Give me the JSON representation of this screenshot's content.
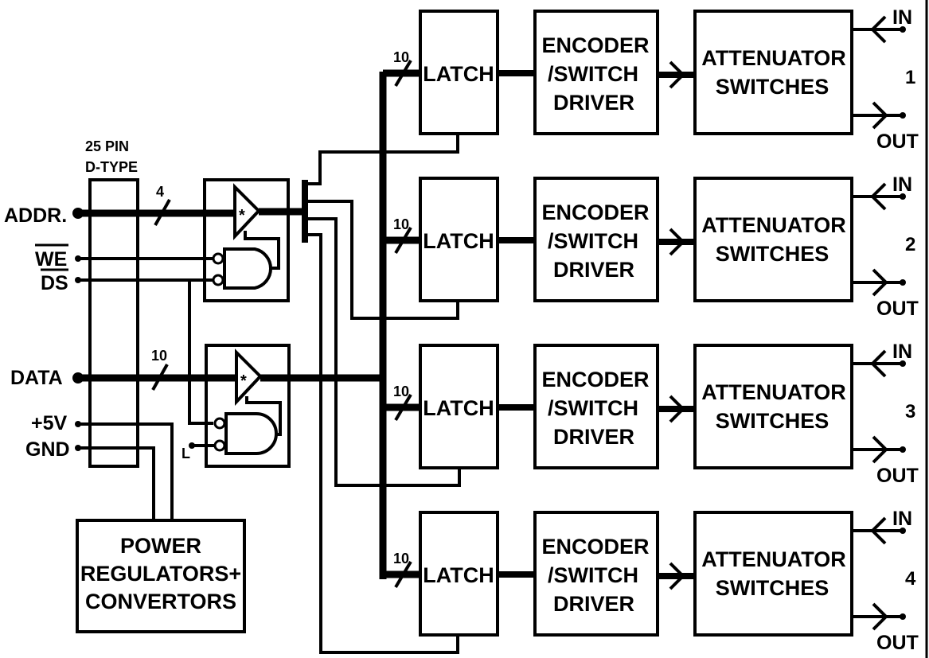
{
  "connector": {
    "line1": "25 PIN",
    "line2": "D-TYPE"
  },
  "inputs": {
    "addr": "ADDR.",
    "we": "WE",
    "ds": "DS",
    "data": "DATA",
    "v5": "+5V",
    "gnd": "GND",
    "l": "L"
  },
  "bus_widths": {
    "addr": "4",
    "data": "10"
  },
  "power_block": {
    "line1": "POWER",
    "line2": "REGULATORS+",
    "line3": "CONVERTORS"
  },
  "channels": [
    {
      "latch": "LATCH",
      "bus": "10",
      "enc1": "ENCODER",
      "enc2": "/SWITCH",
      "enc3": "DRIVER",
      "att1": "ATTENUATOR",
      "att2": "SWITCHES",
      "in": "IN",
      "out": "OUT",
      "num": "1"
    },
    {
      "latch": "LATCH",
      "bus": "10",
      "enc1": "ENCODER",
      "enc2": "/SWITCH",
      "enc3": "DRIVER",
      "att1": "ATTENUATOR",
      "att2": "SWITCHES",
      "in": "IN",
      "out": "OUT",
      "num": "2"
    },
    {
      "latch": "LATCH",
      "bus": "10",
      "enc1": "ENCODER",
      "enc2": "/SWITCH",
      "enc3": "DRIVER",
      "att1": "ATTENUATOR",
      "att2": "SWITCHES",
      "in": "IN",
      "out": "OUT",
      "num": "3"
    },
    {
      "latch": "LATCH",
      "bus": "10",
      "enc1": "ENCODER",
      "enc2": "/SWITCH",
      "enc3": "DRIVER",
      "att1": "ATTENUATOR",
      "att2": "SWITCHES",
      "in": "IN",
      "out": "OUT",
      "num": "4"
    }
  ],
  "buffer_symbol": "*"
}
